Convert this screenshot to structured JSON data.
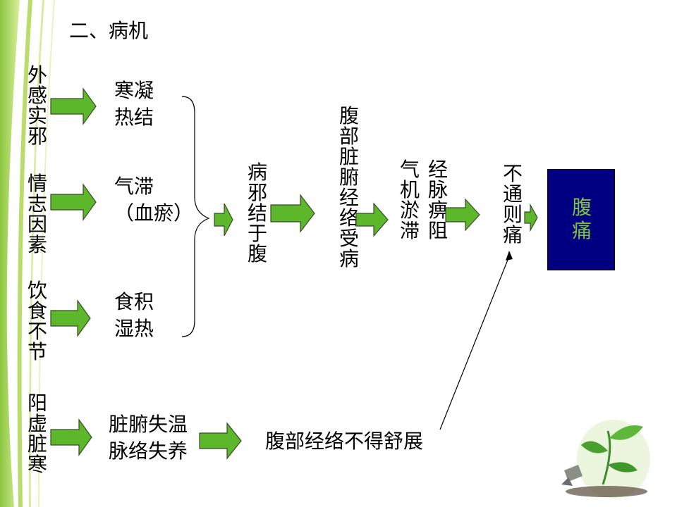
{
  "title": "二、病机",
  "causes": {
    "external": "外感实邪",
    "emotion": "情志因素",
    "diet": "饮食不节",
    "yang": "阳虚脏寒"
  },
  "mid": {
    "cold_line1": "寒凝",
    "cold_line2": "热结",
    "qi_line1": "气滞",
    "qi_line2": "（血瘀）",
    "food_line1": "食积",
    "food_line2": "湿热",
    "organ_line1": "脏腑失温",
    "organ_line2": "脉络失养"
  },
  "chain": {
    "pathogen": "病邪结于腹",
    "meridian": "腹部脏腑经络受病",
    "qi_stagnation": "气机淤滞",
    "blockage": "经脉痹阻",
    "no_flow": "不通则痛",
    "channels_not_smooth": "腹部经络不得舒展"
  },
  "result": "腹痛",
  "colors": {
    "arrow_fill": "#5cb82a",
    "arrow_stroke": "#3a4a2a",
    "result_box": "#000080",
    "result_text": "#7cc242"
  }
}
